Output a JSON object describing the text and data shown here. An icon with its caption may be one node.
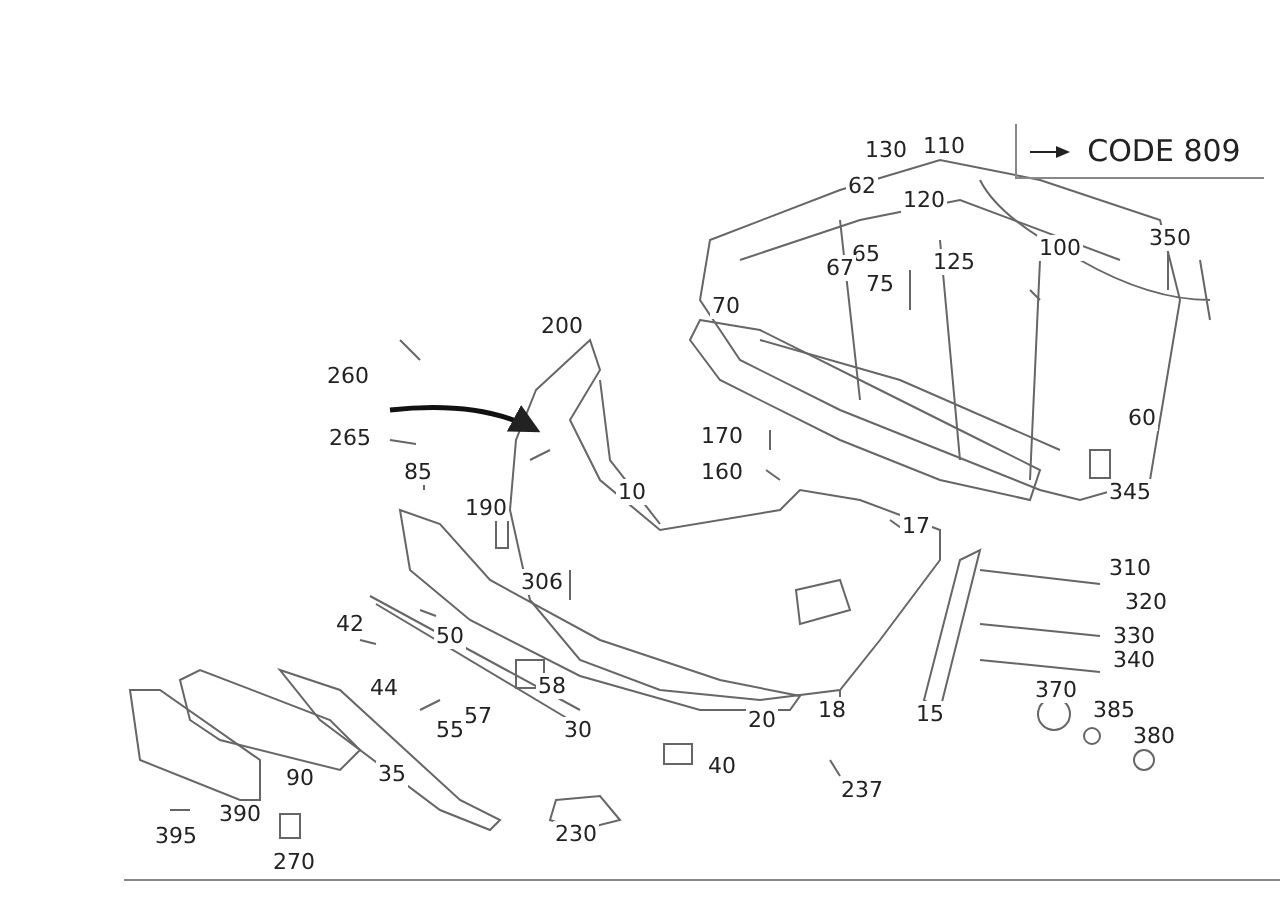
{
  "diagram": {
    "labels": [
      "CODE 809",
      "130",
      "110",
      "62",
      "120",
      "65",
      "67",
      "75",
      "125",
      "100",
      "350",
      "70",
      "200",
      "60",
      "260",
      "265",
      "170",
      "10",
      "160",
      "85",
      "190",
      "345",
      "17",
      "306",
      "310",
      "320",
      "42",
      "50",
      "330",
      "340",
      "44",
      "58",
      "370",
      "18",
      "15",
      "20",
      "57",
      "55",
      "30",
      "385",
      "380",
      "40",
      "90",
      "35",
      "237",
      "390",
      "395",
      "230",
      "270"
    ]
  }
}
